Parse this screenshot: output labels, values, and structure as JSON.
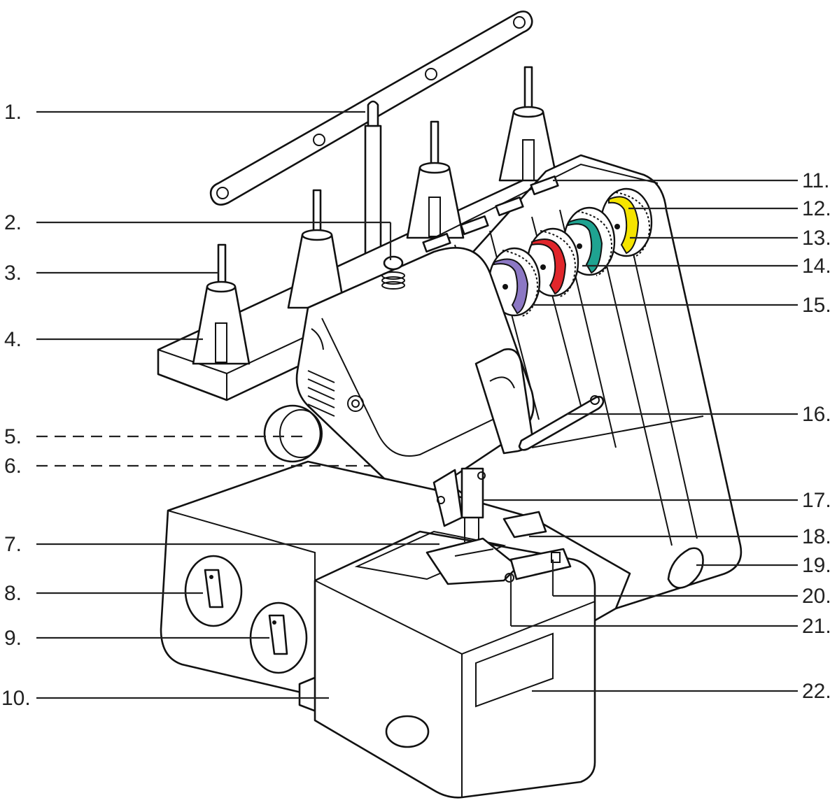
{
  "diagram": {
    "labels": [
      {
        "id": "1",
        "text": "1."
      },
      {
        "id": "2",
        "text": "2."
      },
      {
        "id": "3",
        "text": "3."
      },
      {
        "id": "4",
        "text": "4."
      },
      {
        "id": "5",
        "text": "5."
      },
      {
        "id": "6",
        "text": "6."
      },
      {
        "id": "7",
        "text": "7."
      },
      {
        "id": "8",
        "text": "8."
      },
      {
        "id": "9",
        "text": "9."
      },
      {
        "id": "10",
        "text": "10."
      },
      {
        "id": "11",
        "text": "11."
      },
      {
        "id": "12",
        "text": "12."
      },
      {
        "id": "13",
        "text": "13."
      },
      {
        "id": "14",
        "text": "14."
      },
      {
        "id": "15",
        "text": "15."
      },
      {
        "id": "16",
        "text": "16."
      },
      {
        "id": "17",
        "text": "17."
      },
      {
        "id": "18",
        "text": "18."
      },
      {
        "id": "19",
        "text": "19."
      },
      {
        "id": "20",
        "text": "20."
      },
      {
        "id": "21",
        "text": "21."
      },
      {
        "id": "22",
        "text": "22."
      }
    ],
    "dial_colors": {
      "yellow": "#f5e400",
      "teal": "#1fa391",
      "red": "#e0262b",
      "purple": "#8c78c4"
    }
  }
}
